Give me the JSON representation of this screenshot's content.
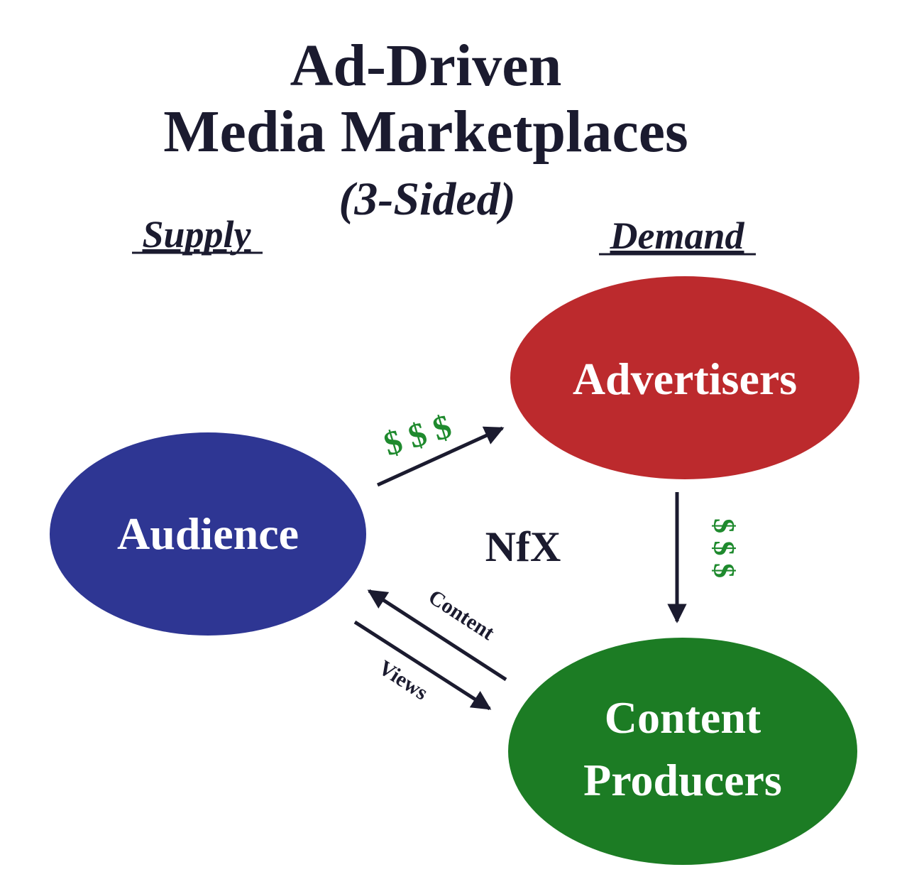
{
  "title": {
    "line1": "Ad-Driven",
    "line2": "Media Marketplaces",
    "line3": "(3-Sided)"
  },
  "sides": {
    "supply": "Supply",
    "demand": "Demand"
  },
  "nodes": {
    "audience": "Audience",
    "advertisers": "Advertisers",
    "content_line1": "Content",
    "content_line2": "Producers"
  },
  "flows": {
    "audience_to_advertisers": "$ $ $",
    "advertisers_to_producers": "$ $ $",
    "producers_to_audience": "Content",
    "audience_to_producers": "Views"
  },
  "logo": "NfX",
  "colors": {
    "title_text": "#1b1b2f",
    "audience_fill": "#2e3693",
    "advertisers_fill": "#bc2a2d",
    "producers_fill": "#1c7c24",
    "money_green": "#1f8a2e",
    "arrow": "#1b1b2f",
    "node_text": "#ffffff"
  }
}
